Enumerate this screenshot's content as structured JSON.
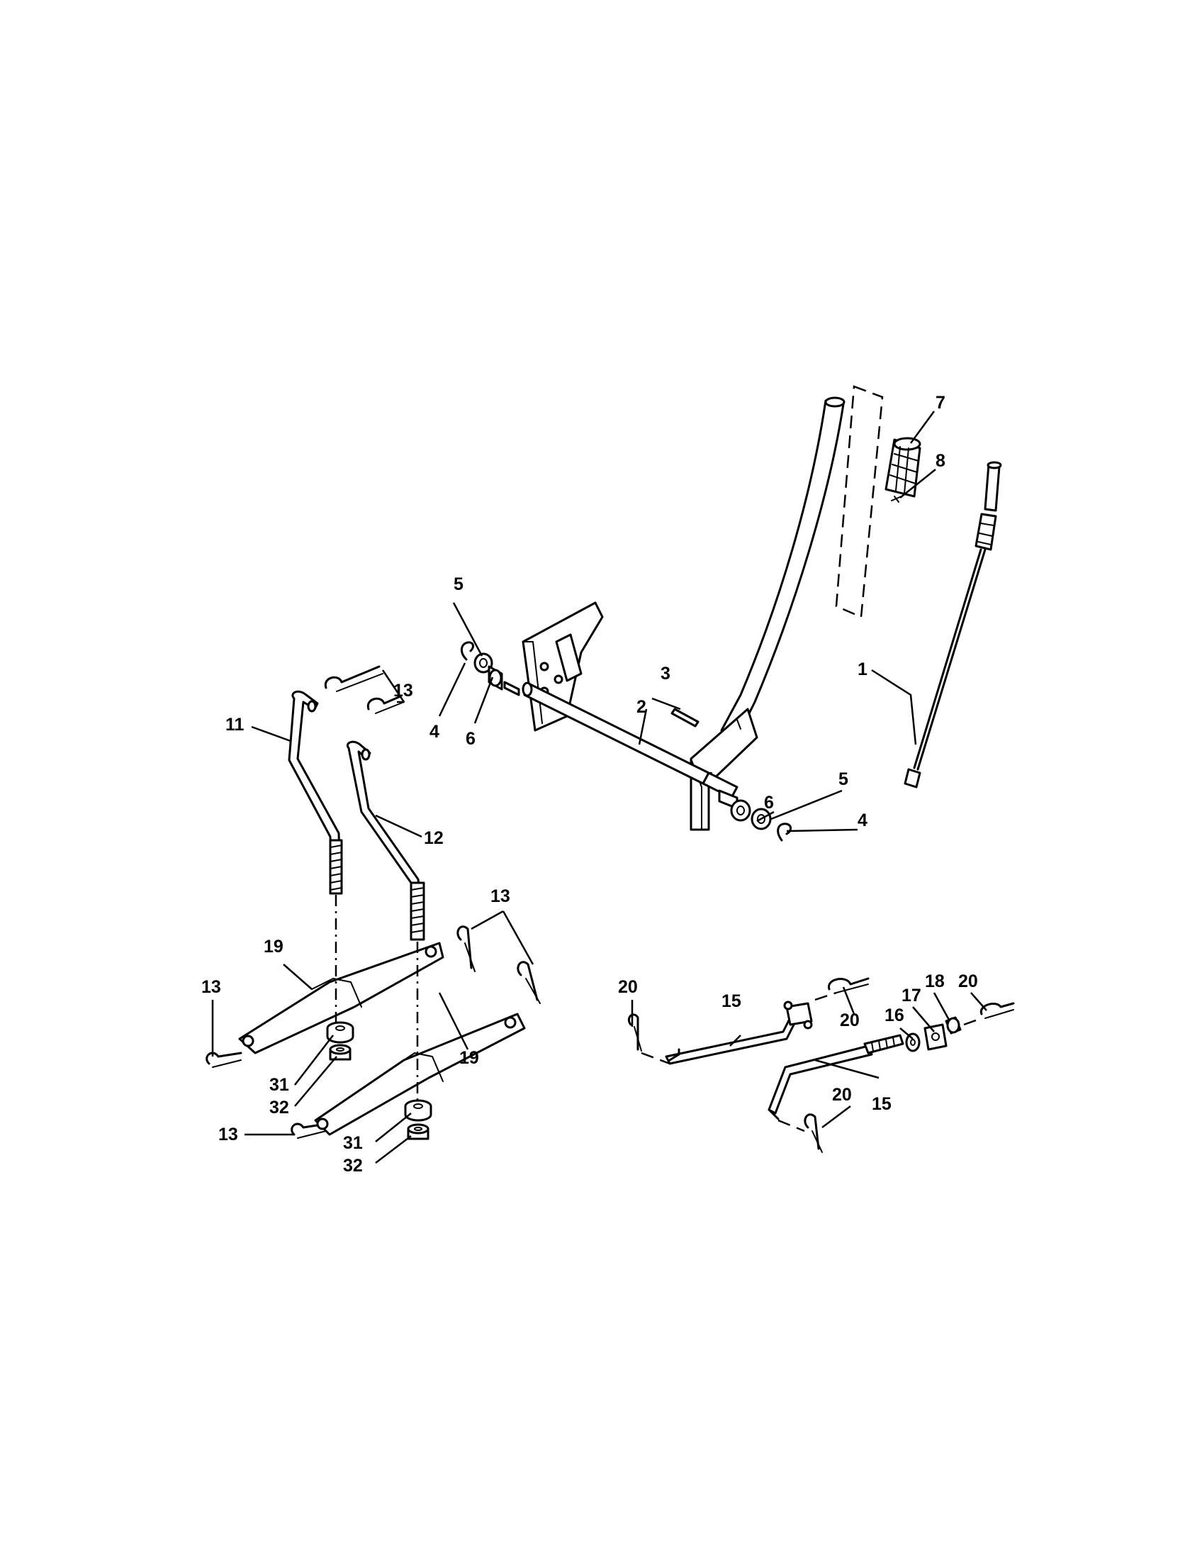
{
  "callouts": {
    "c1": "1",
    "c2": "2",
    "c3": "3",
    "c4a": "4",
    "c4b": "4",
    "c5a": "5",
    "c5b": "5",
    "c6a": "6",
    "c6b": "6",
    "c7": "7",
    "c8": "8",
    "c11": "11",
    "c12": "12",
    "c13a": "13",
    "c13b": "13",
    "c13c": "13",
    "c13d": "13",
    "c15a": "15",
    "c15b": "15",
    "c16": "16",
    "c17": "17",
    "c18": "18",
    "c19a": "19",
    "c19b": "19",
    "c20a": "20",
    "c20b": "20",
    "c20c": "20",
    "c20d": "20",
    "c31a": "31",
    "c31b": "31",
    "c32a": "32",
    "c32b": "32"
  },
  "colors": {
    "line": "#000000",
    "background": "#ffffff"
  }
}
